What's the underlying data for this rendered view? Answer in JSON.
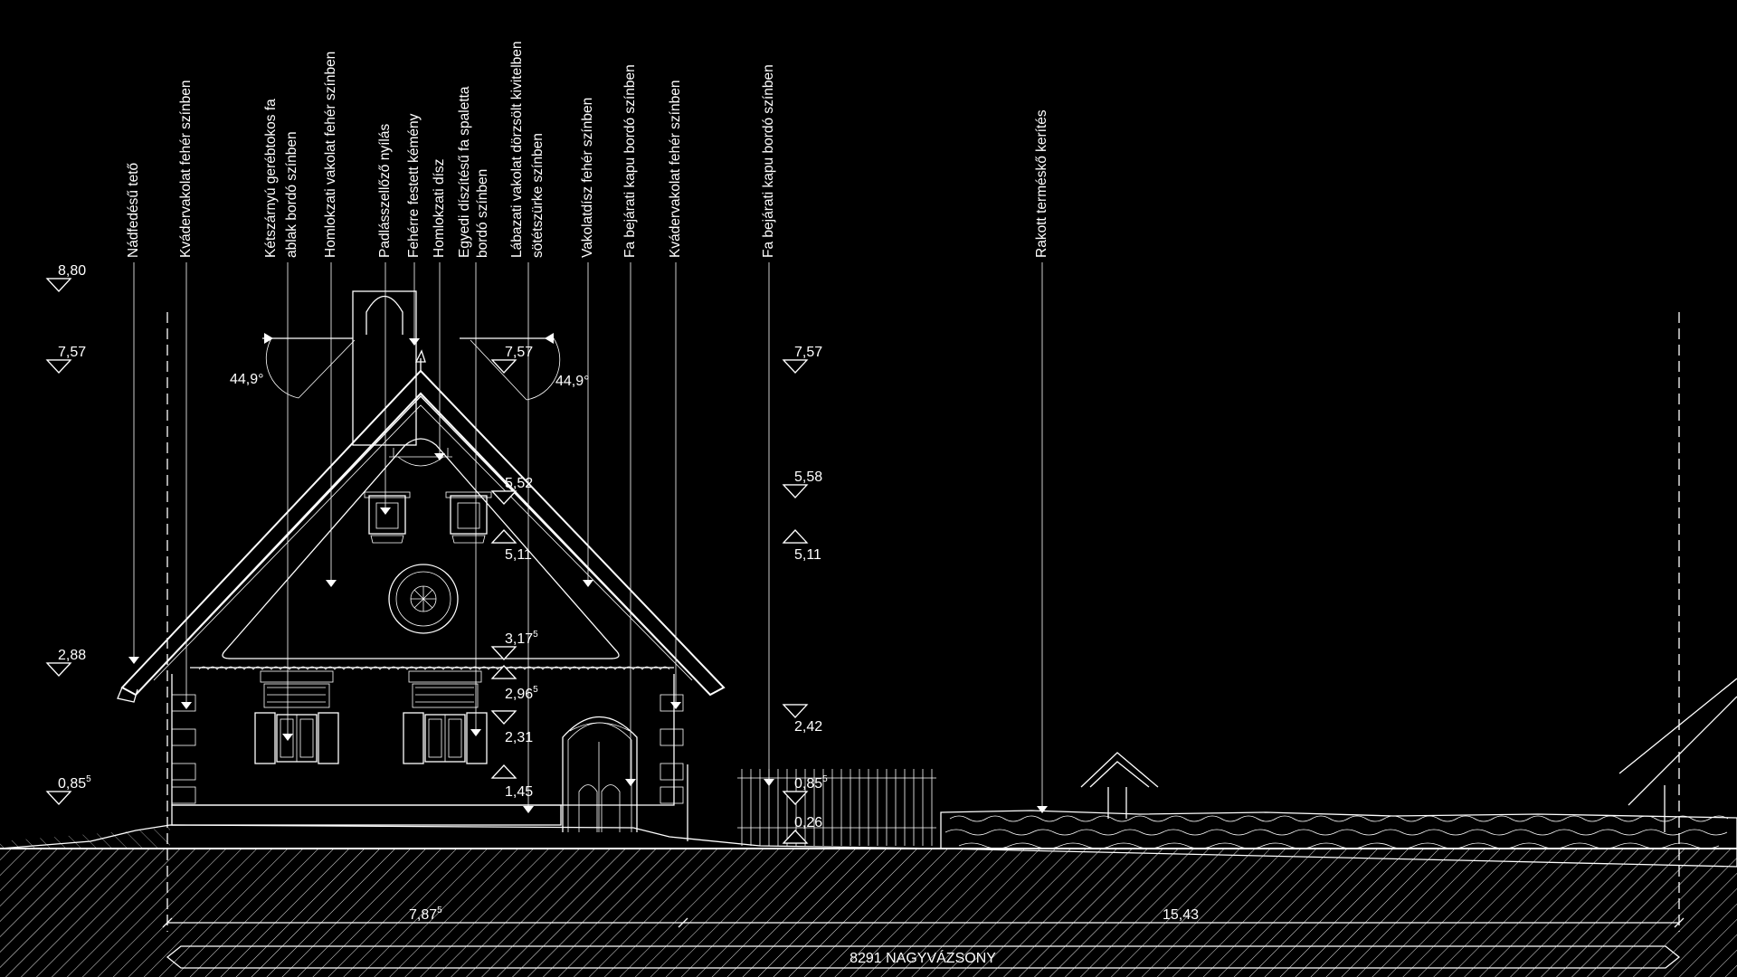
{
  "callouts": [
    {
      "line1": "Nádfedésű tető",
      "line2": ""
    },
    {
      "line1": "Kvádervakolat fehér színben",
      "line2": ""
    },
    {
      "line1": "Kétszárnyú gerébtokos fa",
      "line2": "ablak bordó színben"
    },
    {
      "line1": "Homlokzati vakolat fehér színben",
      "line2": ""
    },
    {
      "line1": "Padlásszellőző nyílás",
      "line2": ""
    },
    {
      "line1": "Fehérre festett kémény",
      "line2": ""
    },
    {
      "line1": "Homlokzati dísz",
      "line2": ""
    },
    {
      "line1": "Egyedi díszítésű fa spaletta",
      "line2": "bordó színben"
    },
    {
      "line1": "Lábazati vakolat dörzsölt kivitelben",
      "line2": "sötétszürke színben"
    },
    {
      "line1": "Vakolatdísz fehér színben",
      "line2": ""
    },
    {
      "line1": "Fa bejárati kapu bordó színben",
      "line2": ""
    },
    {
      "line1": "Kvádervakolat fehér színben",
      "line2": ""
    },
    {
      "line1": "Fa bejárati kapu bordó színben",
      "line2": ""
    },
    {
      "line1": "Rakott terméskő kerítés",
      "line2": ""
    }
  ],
  "levels": [
    {
      "main": "8,80",
      "sup": ""
    },
    {
      "main": "7,57",
      "sup": ""
    },
    {
      "main": "2,88",
      "sup": ""
    },
    {
      "main": "0,85",
      "sup": "5"
    },
    {
      "main": "7,57",
      "sup": ""
    },
    {
      "main": "5,52",
      "sup": ""
    },
    {
      "main": "5,11",
      "sup": ""
    },
    {
      "main": "3,17",
      "sup": "5"
    },
    {
      "main": "2,96",
      "sup": "5"
    },
    {
      "main": "2,31",
      "sup": ""
    },
    {
      "main": "1,45",
      "sup": ""
    },
    {
      "main": "7,57",
      "sup": ""
    },
    {
      "main": "5,58",
      "sup": ""
    },
    {
      "main": "5,11",
      "sup": ""
    },
    {
      "main": "2,42",
      "sup": ""
    },
    {
      "main": "0,85",
      "sup": "5"
    },
    {
      "main": "0,26",
      "sup": ""
    }
  ],
  "angles": [
    "44,9°",
    "44,9°"
  ],
  "dimensions": [
    {
      "main": "7,87",
      "sup": "5"
    },
    {
      "main": "15,43",
      "sup": ""
    }
  ],
  "address": "8291 NAGYVÁZSONY",
  "colors": {
    "background": "#000000",
    "lines": "#ffffff"
  }
}
